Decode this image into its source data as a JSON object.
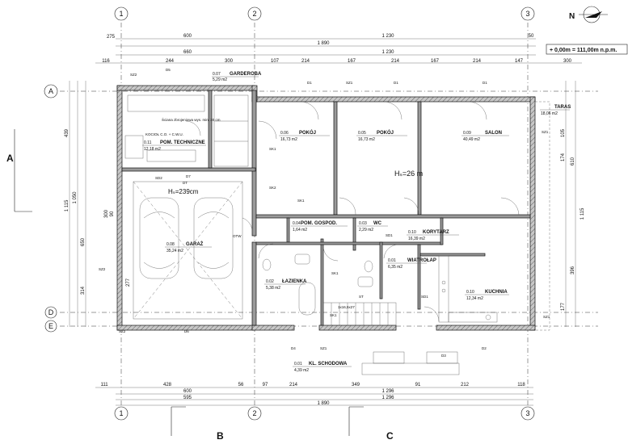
{
  "level_label": "+ 0,00m = 111,00m n.p.m.",
  "axes": {
    "columns": [
      "1",
      "2",
      "3"
    ],
    "rows": [
      "A",
      "D",
      "E"
    ],
    "sections": [
      "A",
      "B",
      "C"
    ]
  },
  "top_dims": {
    "row1": [
      "600",
      "1 230",
      "50"
    ],
    "row1_left": "275",
    "row2": [
      "1 890"
    ],
    "row3": [
      "660",
      "1 230"
    ],
    "row4": [
      "116",
      "244",
      "300",
      "107",
      "214",
      "167",
      "214",
      "167",
      "214",
      "147",
      "300"
    ]
  },
  "bottom_dims": {
    "row1": [
      "111",
      "428",
      "56",
      "97",
      "214",
      "349",
      "91",
      "212",
      "118"
    ],
    "row2": [
      "600",
      "1 296"
    ],
    "row3": [
      "595",
      "1 296"
    ],
    "row4": [
      "1 890"
    ]
  },
  "left_dims": [
    "439",
    "1 115",
    "1 050",
    "650",
    "314",
    "277",
    "300",
    "90"
  ],
  "right_dims": [
    "1 115",
    "610",
    "174",
    "396",
    "177",
    "105"
  ],
  "rooms": [
    {
      "num": "0.07",
      "name": "GARDEROBA",
      "area": "5,29 m2"
    },
    {
      "num": "0.06",
      "name": "POKÓJ",
      "area": "16,73 m2"
    },
    {
      "num": "0.05",
      "name": "POKÓJ",
      "area": "16,73 m2"
    },
    {
      "num": "0.09",
      "name": "SALON",
      "area": "40,49 m2"
    },
    {
      "num": "0.11",
      "name": "POM. TECHNICZNE",
      "area": "12,18 m2"
    },
    {
      "num": "0.04",
      "name": "POM. GOSPOD.",
      "area": "1,64 m2"
    },
    {
      "num": "0.03",
      "name": "WC",
      "area": "2,29 m2"
    },
    {
      "num": "0.10",
      "name": "KORYTARZ",
      "area": "16,39 m2"
    },
    {
      "num": "0.08",
      "name": "GARAŻ",
      "area": "35,24 m2"
    },
    {
      "num": "0.02",
      "name": "ŁAZIENKA",
      "area": "5,38 m2"
    },
    {
      "num": "0.01",
      "name": "WIATROŁAP",
      "area": "6,35 m2"
    },
    {
      "num": "0.10",
      "name": "KUCHNIA",
      "area": "12,34 m2"
    },
    {
      "num": "0.01",
      "name": "KL. SCHODOWA",
      "area": "4,39 m2"
    },
    {
      "num": "",
      "name": "TARAS",
      "area": "18,06 m2"
    }
  ],
  "heights": {
    "garage": "Hₛ=239cm",
    "living": "Hₛ=26 m"
  },
  "tags": [
    "SZ2",
    "SZ1",
    "SK1",
    "SK2",
    "SD1",
    "SD2",
    "D1",
    "D2",
    "D3",
    "D4",
    "D5",
    "D6",
    "D7",
    "DT",
    "OTW",
    "ST"
  ],
  "notes": {
    "tech": "Ściana zbrojeniowa wys. min. 30 cm",
    "stair": "1x16,5x27",
    "tech2": "KOCIOŁ C.O. + C.W.U."
  }
}
